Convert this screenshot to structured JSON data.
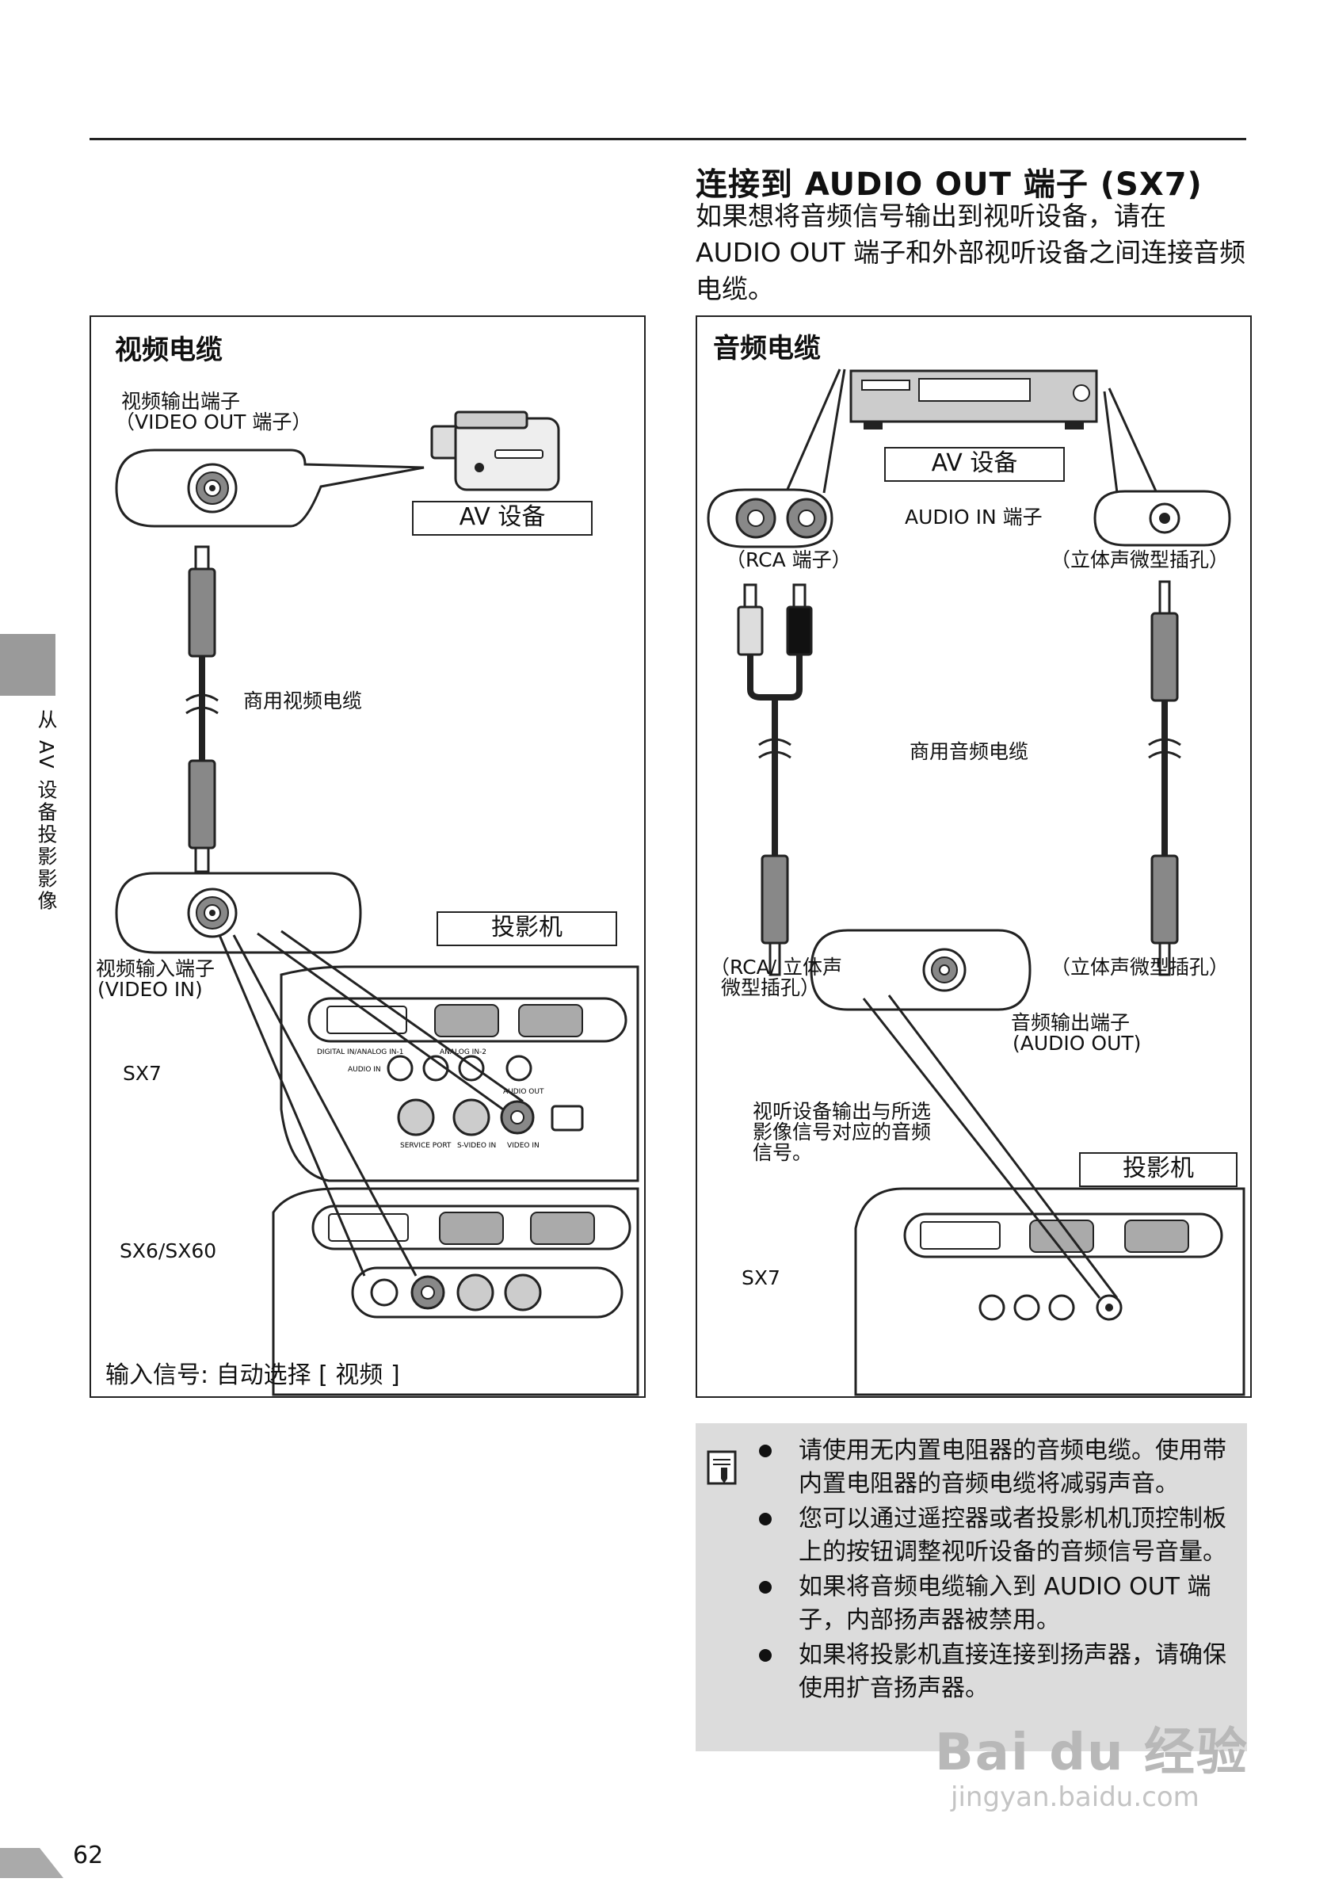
{
  "section": {
    "title": "连接到 AUDIO OUT 端子 (SX7)",
    "body": "如果想将音频信号输出到视听设备，请在 AUDIO OUT 端子和外部视听设备之间连接音频电缆。"
  },
  "side_tab": "从 AV 设备投影影像",
  "left_panel": {
    "title": "视频电缆",
    "video_out_label": "视频输出端子",
    "video_out_sub": "（VIDEO OUT 端子）",
    "av_device": "AV 设备",
    "cable_label": "商用视频电缆",
    "projector": "投影机",
    "video_in_label": "视频输入端子",
    "video_in_sub": "(VIDEO IN)",
    "model_a": "SX7",
    "model_b": "SX6/SX60",
    "input_signal": "输入信号: 自动选择 [ 视频 ]",
    "panel_labels": {
      "digital": "DIGITAL IN/ANALOG IN-1",
      "analog2": "ANALOG IN-2",
      "audio_in": "AUDIO IN",
      "audio_out": "AUDIO OUT",
      "service": "SERVICE PORT",
      "svideo": "S-VIDEO IN",
      "videoin": "VIDEO IN"
    }
  },
  "right_panel": {
    "title": "音频电缆",
    "av_device": "AV 设备",
    "audio_in_label": "AUDIO IN 端子",
    "rca_label": "（RCA 端子）",
    "stereo_label": "（立体声微型插孔）",
    "cable_label": "商用音频电缆",
    "rca_mini_label_1": "（RCA/ 立体声",
    "rca_mini_label_2": "微型插孔）",
    "stereo_label_2": "（立体声微型插孔）",
    "audio_out_label": "音频输出端子",
    "audio_out_sub": "(AUDIO OUT)",
    "note_1": "视听设备输出与所选",
    "note_2": "影像信号对应的音频",
    "note_3": "信号。",
    "projector": "投影机",
    "model": "SX7"
  },
  "notes": [
    "请使用无内置电阻器的音频电缆。使用带内置电阻器的音频电缆将减弱声音。",
    "您可以通过遥控器或者投影机机顶控制板上的按钮调整视听设备的音频信号音量。",
    "如果将音频电缆输入到 AUDIO OUT 端子，内部扬声器被禁用。",
    "如果将投影机直接连接到扬声器，请确保使用扩音扬声器。"
  ],
  "page_number": "62",
  "watermark": {
    "text": "Bai du 经验",
    "url": "jingyan.baidu.com"
  }
}
